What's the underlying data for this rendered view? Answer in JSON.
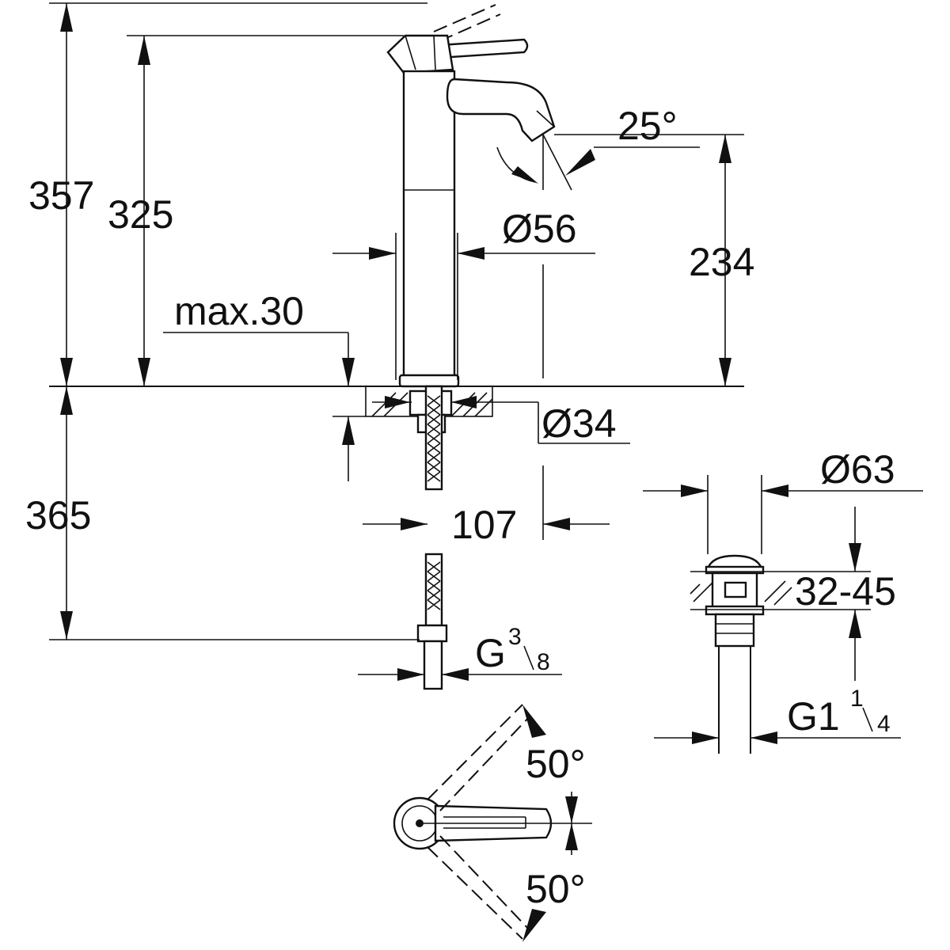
{
  "dimensions": {
    "overall_height": "357",
    "handle_height": "325",
    "spout_height": "234",
    "spout_angle": "25°",
    "body_diameter": "Ø56",
    "deck_thickness": "max.30",
    "hole_diameter": "Ø34",
    "below_deck": "365",
    "reach": "107",
    "hose_thread_main": "G",
    "hose_thread_num": "3",
    "hose_thread_den": "8",
    "waste_diameter": "Ø63",
    "waste_range": "32-45",
    "waste_thread_main": "G1",
    "waste_thread_num": "1",
    "waste_thread_den": "4",
    "lever_angle_up": "50°",
    "lever_angle_down": "50°"
  }
}
